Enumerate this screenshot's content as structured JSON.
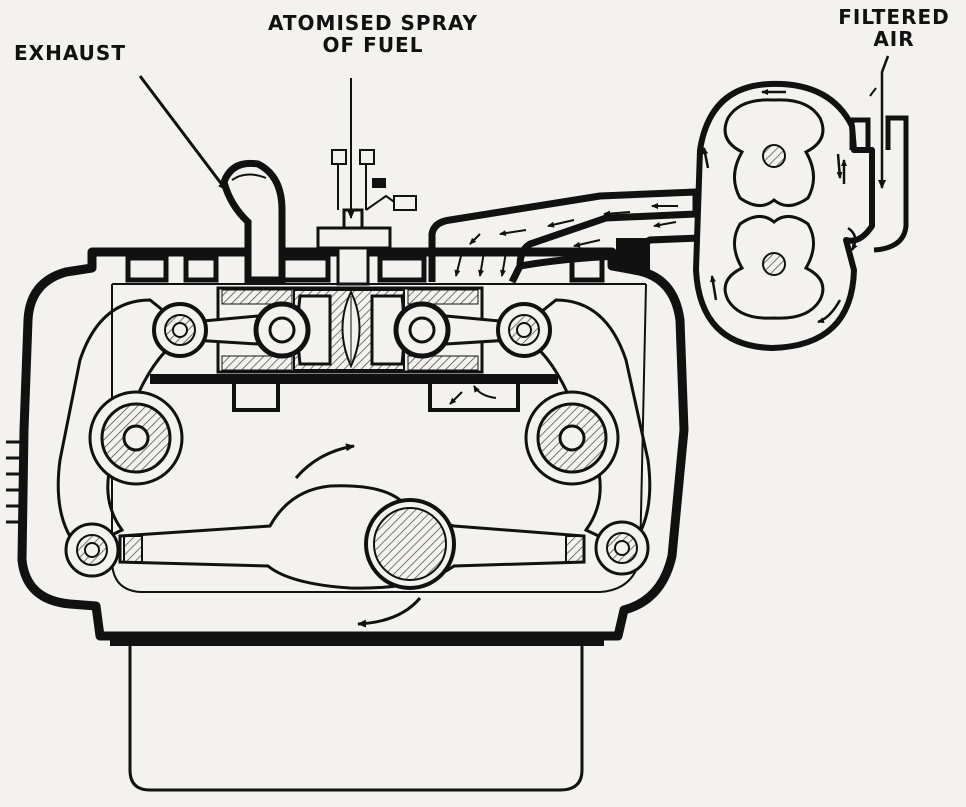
{
  "labels": {
    "exhaust": "EXHAUST",
    "fuel_line1": "ATOMISED SPRAY",
    "fuel_line2": "OF FUEL",
    "air_line1": "FILTERED",
    "air_line2": "AIR"
  },
  "colors": {
    "ink": "#111111",
    "paper": "#f3f2ee",
    "hatch": "#6b6b6b"
  }
}
